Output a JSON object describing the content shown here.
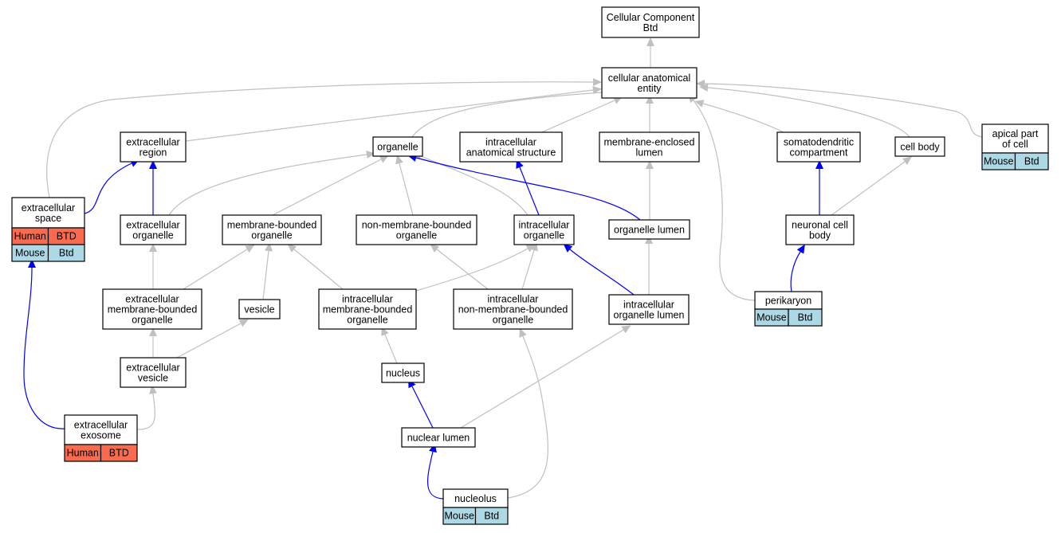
{
  "colors": {
    "is_a_edge": "#c0c0c0",
    "part_of_edge": "#0000ff",
    "human_annotation": "#fa6a4f",
    "mouse_annotation": "#add8e6",
    "node_border": "#000000",
    "node_fill": "#ffffff"
  },
  "nodes": {
    "cc_root": {
      "lines": [
        "Cellular Component",
        "Btd"
      ]
    },
    "cae": {
      "lines": [
        "cellular anatomical",
        "entity"
      ]
    },
    "ecr": {
      "lines": [
        "extracellular",
        "region"
      ]
    },
    "org": {
      "lines": [
        "organelle"
      ]
    },
    "ias": {
      "lines": [
        "intracellular",
        "anatomical structure"
      ]
    },
    "mel": {
      "lines": [
        "membrane-enclosed",
        "lumen"
      ]
    },
    "sdc": {
      "lines": [
        "somatodendritic",
        "compartment"
      ]
    },
    "cb": {
      "lines": [
        "cell body"
      ]
    },
    "apc": {
      "lines": [
        "apical part",
        "of cell"
      ],
      "annotations": [
        {
          "species": "Mouse",
          "source": "Btd"
        }
      ]
    },
    "ecs": {
      "lines": [
        "extracellular",
        "space"
      ],
      "annotations": [
        {
          "species": "Human",
          "source": "BTD"
        },
        {
          "species": "Mouse",
          "source": "Btd"
        }
      ]
    },
    "eco": {
      "lines": [
        "extracellular",
        "organelle"
      ]
    },
    "mbo": {
      "lines": [
        "membrane-bounded",
        "organelle"
      ]
    },
    "nmbo": {
      "lines": [
        "non-membrane-bounded",
        "organelle"
      ]
    },
    "io": {
      "lines": [
        "intracellular",
        "organelle"
      ]
    },
    "ol": {
      "lines": [
        "organelle lumen"
      ]
    },
    "ncb": {
      "lines": [
        "neuronal cell",
        "body"
      ]
    },
    "embo": {
      "lines": [
        "extracellular",
        "membrane-bounded",
        "organelle"
      ]
    },
    "ves": {
      "lines": [
        "vesicle"
      ]
    },
    "imbo": {
      "lines": [
        "intracellular",
        "membrane-bounded",
        "organelle"
      ]
    },
    "inmbo": {
      "lines": [
        "intracellular",
        "non-membrane-bounded",
        "organelle"
      ]
    },
    "iol": {
      "lines": [
        "intracellular",
        "organelle lumen"
      ]
    },
    "per": {
      "lines": [
        "perikaryon"
      ],
      "annotations": [
        {
          "species": "Mouse",
          "source": "Btd"
        }
      ]
    },
    "ev": {
      "lines": [
        "extracellular",
        "vesicle"
      ]
    },
    "nuc": {
      "lines": [
        "nucleus"
      ]
    },
    "exo": {
      "lines": [
        "extracellular",
        "exosome"
      ],
      "annotations": [
        {
          "species": "Human",
          "source": "BTD"
        }
      ]
    },
    "nl": {
      "lines": [
        "nuclear lumen"
      ]
    },
    "nuo": {
      "lines": [
        "nucleolus"
      ],
      "annotations": [
        {
          "species": "Mouse",
          "source": "Btd"
        }
      ]
    }
  },
  "edges": [
    {
      "from": "cae",
      "to": "cc_root",
      "relation": "is_a"
    },
    {
      "from": "ecr",
      "to": "cae",
      "relation": "is_a"
    },
    {
      "from": "org",
      "to": "cae",
      "relation": "is_a"
    },
    {
      "from": "ias",
      "to": "cae",
      "relation": "is_a"
    },
    {
      "from": "mel",
      "to": "cae",
      "relation": "is_a"
    },
    {
      "from": "sdc",
      "to": "cae",
      "relation": "is_a"
    },
    {
      "from": "cb",
      "to": "cae",
      "relation": "is_a"
    },
    {
      "from": "apc",
      "to": "cae",
      "relation": "is_a"
    },
    {
      "from": "ecs",
      "to": "cae",
      "relation": "is_a"
    },
    {
      "from": "per",
      "to": "cae",
      "relation": "is_a"
    },
    {
      "from": "ecs",
      "to": "ecr",
      "relation": "part_of"
    },
    {
      "from": "eco",
      "to": "ecr",
      "relation": "part_of"
    },
    {
      "from": "eco",
      "to": "org",
      "relation": "is_a"
    },
    {
      "from": "mbo",
      "to": "org",
      "relation": "is_a"
    },
    {
      "from": "nmbo",
      "to": "org",
      "relation": "is_a"
    },
    {
      "from": "io",
      "to": "org",
      "relation": "is_a"
    },
    {
      "from": "ol",
      "to": "org",
      "relation": "part_of"
    },
    {
      "from": "io",
      "to": "ias",
      "relation": "part_of"
    },
    {
      "from": "ol",
      "to": "mel",
      "relation": "is_a"
    },
    {
      "from": "ncb",
      "to": "sdc",
      "relation": "part_of"
    },
    {
      "from": "ncb",
      "to": "cb",
      "relation": "is_a"
    },
    {
      "from": "embo",
      "to": "eco",
      "relation": "is_a"
    },
    {
      "from": "embo",
      "to": "mbo",
      "relation": "is_a"
    },
    {
      "from": "ves",
      "to": "mbo",
      "relation": "is_a"
    },
    {
      "from": "imbo",
      "to": "mbo",
      "relation": "is_a"
    },
    {
      "from": "imbo",
      "to": "io",
      "relation": "is_a"
    },
    {
      "from": "inmbo",
      "to": "nmbo",
      "relation": "is_a"
    },
    {
      "from": "inmbo",
      "to": "io",
      "relation": "is_a"
    },
    {
      "from": "iol",
      "to": "io",
      "relation": "part_of"
    },
    {
      "from": "iol",
      "to": "ol",
      "relation": "is_a"
    },
    {
      "from": "per",
      "to": "ncb",
      "relation": "part_of"
    },
    {
      "from": "ev",
      "to": "embo",
      "relation": "is_a"
    },
    {
      "from": "ev",
      "to": "ves",
      "relation": "is_a"
    },
    {
      "from": "nuc",
      "to": "imbo",
      "relation": "is_a"
    },
    {
      "from": "exo",
      "to": "ev",
      "relation": "is_a"
    },
    {
      "from": "exo",
      "to": "ecs",
      "relation": "part_of"
    },
    {
      "from": "nl",
      "to": "nuc",
      "relation": "part_of"
    },
    {
      "from": "nl",
      "to": "iol",
      "relation": "is_a"
    },
    {
      "from": "nuo",
      "to": "nl",
      "relation": "part_of"
    },
    {
      "from": "nuo",
      "to": "inmbo",
      "relation": "is_a"
    }
  ]
}
